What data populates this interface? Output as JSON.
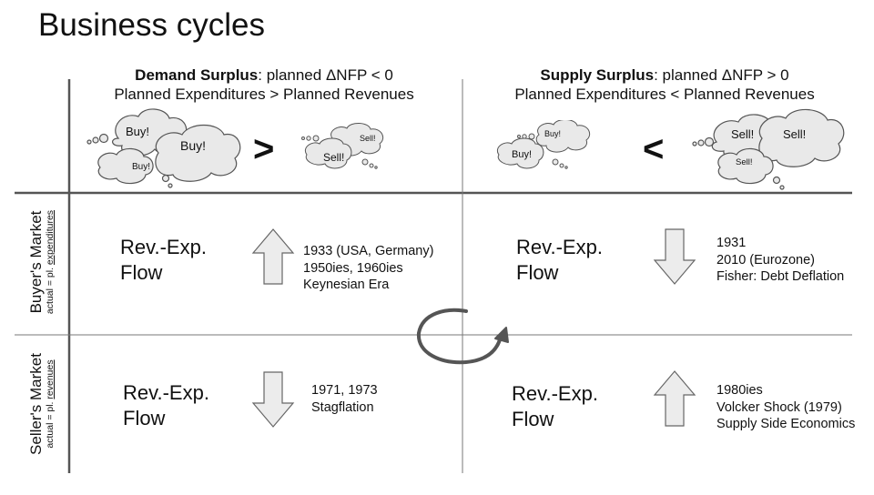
{
  "title": "Business cycles",
  "columns": {
    "demand": {
      "bold": "Demand Surplus",
      "rest": ": planned ΔNFP < 0",
      "line2": "Planned Expenditures > Planned Revenues",
      "symbol": ">",
      "big_cloud_labels": [
        "Buy!",
        "Buy!",
        "Buy!"
      ],
      "small_cloud_labels": [
        "Sell!",
        "Sell!"
      ]
    },
    "supply": {
      "bold": "Supply Surplus",
      "rest": ": planned ΔNFP > 0",
      "line2": "Planned Expenditures < Planned Revenues",
      "symbol": "<",
      "small_cloud_labels": [
        "Buy!",
        "Buy!"
      ],
      "big_cloud_labels": [
        "Sell!",
        "Sell!",
        "Sell!"
      ]
    }
  },
  "rows": {
    "buyers": {
      "label": "Buyer's Market",
      "sub_prefix": "actual = pl. ",
      "sub_underlined": "expenditures"
    },
    "sellers": {
      "label": "Seller's Market",
      "sub_prefix": "actual = pl. ",
      "sub_underlined": "revenues"
    }
  },
  "cells": {
    "buyers_demand": {
      "flow": [
        "Rev.-Exp.",
        "Flow"
      ],
      "arrow": "up",
      "examples": [
        "1933 (USA, Germany)",
        "1950ies, 1960ies",
        "Keynesian Era"
      ]
    },
    "buyers_supply": {
      "flow": [
        "Rev.-Exp.",
        "Flow"
      ],
      "arrow": "down",
      "examples": [
        "1931",
        "2010 (Eurozone)",
        "Fisher: Debt Deflation"
      ]
    },
    "sellers_demand": {
      "flow": [
        "Rev.-Exp.",
        "Flow"
      ],
      "arrow": "down",
      "examples": [
        "1971, 1973",
        "Stagflation"
      ]
    },
    "sellers_supply": {
      "flow": [
        "Rev.-Exp.",
        "Flow"
      ],
      "arrow": "up",
      "examples": [
        "1980ies",
        "Volcker Shock (1979)",
        "Supply Side Economics"
      ]
    }
  },
  "colors": {
    "lines": "#555555",
    "cloud_fill": "#e9e9e9",
    "arrow_fill": "#ececec",
    "cycle_arrow": "#555555"
  }
}
